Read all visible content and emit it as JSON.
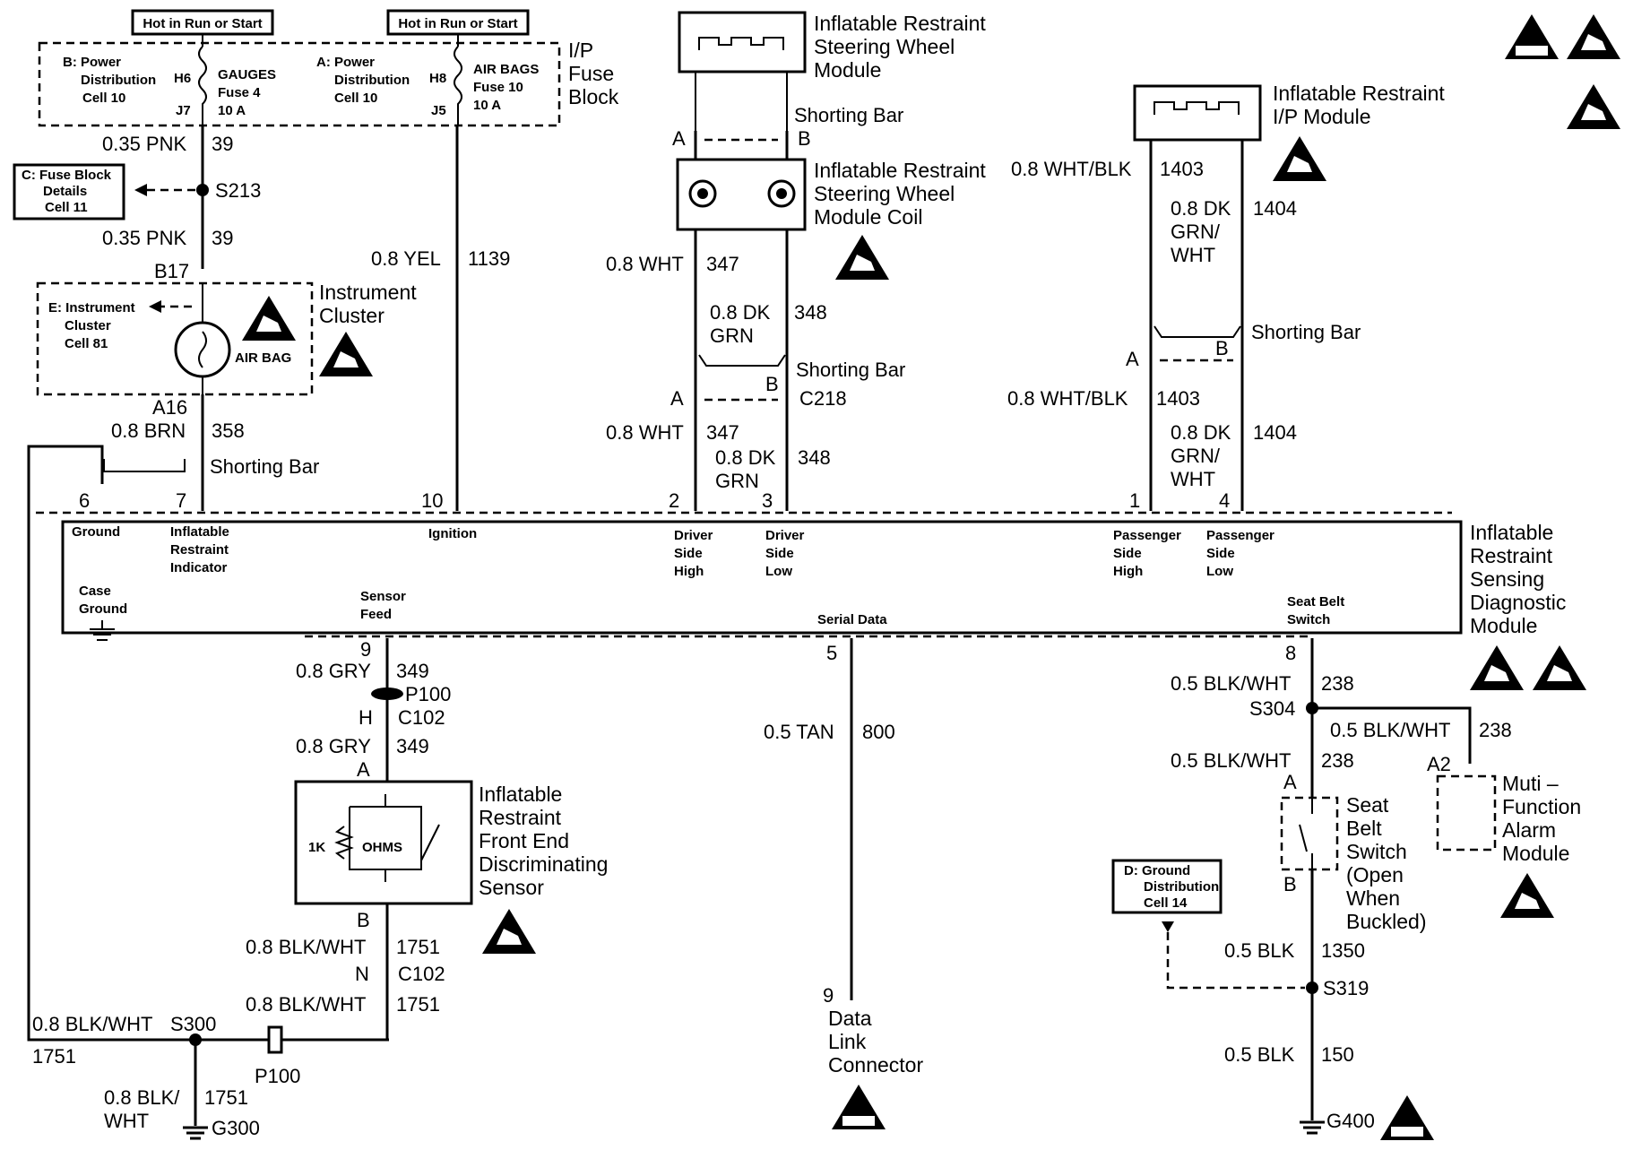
{
  "fuse_block": {
    "hot_left": "Hot in Run or Start",
    "hot_right": "Hot in Run or Start",
    "left_ref": [
      "B: Power",
      "Distribution",
      "Cell 10"
    ],
    "left_pin_top": "H6",
    "left_pin_bot": "J7",
    "left_fuse": [
      "GAUGES",
      "Fuse 4",
      "10 A"
    ],
    "right_ref": [
      "A: Power",
      "Distribution",
      "Cell 10"
    ],
    "right_pin_top": "H8",
    "right_pin_bot": "J5",
    "right_fuse": [
      "AIR BAGS",
      "Fuse 10",
      "10 A"
    ],
    "title": [
      "I/P",
      "Fuse",
      "Block"
    ]
  },
  "left_branch": {
    "w1_color": "0.35 PNK",
    "w1_ckt": "39",
    "splice": "S213",
    "fuse_ref": [
      "C: Fuse Block",
      "Details",
      "Cell 11"
    ],
    "w2_color": "0.35 PNK",
    "w2_ckt": "39",
    "pin_b17": "B17",
    "cluster_ref": [
      "E: Instrument",
      "Cluster",
      "Cell 81"
    ],
    "airbag_label": "AIR BAG",
    "cluster_title": [
      "Instrument",
      "Cluster"
    ],
    "pin_a16": "A16",
    "w3_color": "0.8 BRN",
    "w3_ckt": "358",
    "shorting_bar": "Shorting Bar",
    "yel_color": "0.8 YEL",
    "yel_ckt": "1139"
  },
  "steering": {
    "module_title": [
      "Inflatable Restraint",
      "Steering Wheel",
      "Module"
    ],
    "shorting_bar_top": "Shorting Bar",
    "pin_a": "A",
    "pin_b": "B",
    "coil_title": [
      "Inflatable Restraint",
      "Steering Wheel",
      "Module Coil"
    ],
    "wht_color": "0.8 WHT",
    "wht_ckt": "347",
    "grn_color": [
      "0.8 DK",
      "GRN"
    ],
    "grn_ckt": "348",
    "shorting_bar_mid": "Shorting Bar",
    "pin_a2": "A",
    "pin_b2": "B",
    "conn": "C218",
    "wht2_color": "0.8 WHT",
    "wht2_ckt": "347",
    "grn2_color": [
      "0.8 DK",
      "GRN"
    ],
    "grn2_ckt": "348"
  },
  "passenger": {
    "module_title": [
      "Inflatable Restraint",
      "I/P Module"
    ],
    "wb_color": "0.8 WHT/BLK",
    "wb_ckt": "1403",
    "dg_color": [
      "0.8 DK",
      "GRN/",
      "WHT"
    ],
    "dg_ckt": "1404",
    "shorting_bar": "Shorting Bar",
    "pin_a": "A",
    "pin_b": "B",
    "wb2_color": "0.8 WHT/BLK",
    "wb2_ckt": "1403",
    "dg2_color": [
      "0.8 DK",
      "GRN/",
      "WHT"
    ],
    "dg2_ckt": "1404"
  },
  "module": {
    "title": [
      "Inflatable",
      "Restraint",
      "Sensing",
      "Diagnostic",
      "Module"
    ],
    "pin6": "6",
    "pin7": "7",
    "pin10": "10",
    "pin2": "2",
    "pin3": "3",
    "pin1": "1",
    "pin4": "4",
    "pin9": "9",
    "pin5": "5",
    "pin8": "8",
    "ground": "Ground",
    "indicator": [
      "Inflatable",
      "Restraint",
      "Indicator"
    ],
    "ignition": "Ignition",
    "dsh": [
      "Driver",
      "Side",
      "High"
    ],
    "dsl": [
      "Driver",
      "Side",
      "Low"
    ],
    "psh": [
      "Passenger",
      "Side",
      "High"
    ],
    "psl": [
      "Passenger",
      "Side",
      "Low"
    ],
    "case_ground": [
      "Case",
      "Ground"
    ],
    "sensor_feed": [
      "Sensor",
      "Feed"
    ],
    "serial_data": "Serial Data",
    "seat_belt": [
      "Seat Belt",
      "Switch"
    ]
  },
  "sensor": {
    "gry1": "0.8 GRY",
    "gry1_ckt": "349",
    "p100": "P100",
    "pin_h": "H",
    "c102": "C102",
    "gry2": "0.8 GRY",
    "gry2_ckt": "349",
    "pin_a": "A",
    "ohms1": "1K",
    "ohms2": "OHMS",
    "title": [
      "Inflatable",
      "Restraint",
      "Front End",
      "Discriminating",
      "Sensor"
    ],
    "pin_b": "B",
    "bw1": "0.8 BLK/WHT",
    "bw1_ckt": "1751",
    "pin_n": "N",
    "c102b": "C102",
    "bw2": "0.8 BLK/WHT",
    "bw2_ckt": "1751",
    "s300_color": "0.8 BLK/WHT",
    "s300": "S300",
    "ckt_1751": "1751",
    "p100b": "P100",
    "g_color": [
      "0.8 BLK/",
      "WHT"
    ],
    "g_ckt": "1751",
    "g300": "G300"
  },
  "data_link": {
    "tan": "0.5 TAN",
    "tan_ckt": "800",
    "pin9": "9",
    "title": [
      "Data",
      "Link",
      "Connector"
    ]
  },
  "seatbelt": {
    "bw1": "0.5 BLK/WHT",
    "bw1_ckt": "238",
    "s304": "S304",
    "bw2": "0.5 BLK/WHT",
    "bw2_ckt": "238",
    "bw3": "0.5 BLK/WHT",
    "bw3_ckt": "238",
    "pin_a": "A",
    "pin_a2": "A2",
    "switch_title": [
      "Seat",
      "Belt",
      "Switch",
      "(Open",
      "When",
      "Buckled)"
    ],
    "alarm_title": [
      "Muti –",
      "Function",
      "Alarm",
      "Module"
    ],
    "pin_b": "B",
    "ground_ref": [
      "D: Ground",
      "Distribution",
      "Cell 14"
    ],
    "blk1": "0.5 BLK",
    "blk1_ckt": "1350",
    "s319": "S319",
    "blk2": "0.5 BLK",
    "blk2_ckt": "150",
    "g400": "G400"
  },
  "icons": {
    "obd": "OBD II"
  }
}
